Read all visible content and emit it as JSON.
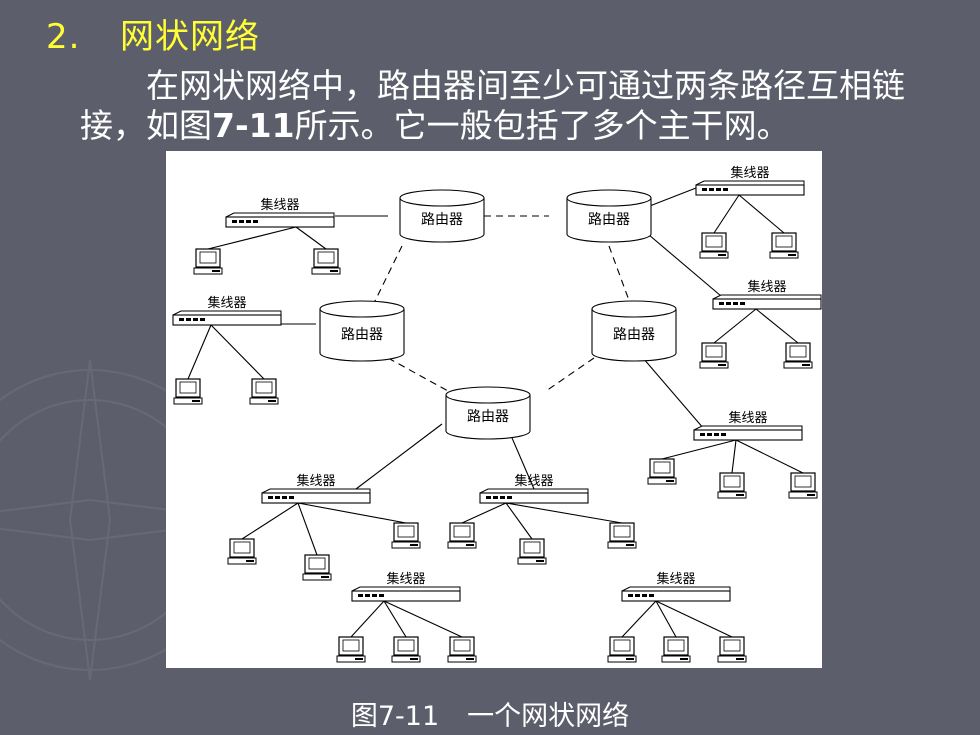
{
  "slide": {
    "heading_number": "2.",
    "heading_title": "网状网络",
    "paragraph_part1": "在网状网络中，路由器间至少可通过两条路径互相链接，如图",
    "paragraph_figure_ref": "7-11",
    "paragraph_part2": "所示。它一般包括了多个主干网。",
    "caption_number": "图7-11",
    "caption_title": "一个网状网络"
  },
  "diagram": {
    "router_label": "路由器",
    "hub_label": "集线器"
  },
  "colors": {
    "background": "#5c5f6b",
    "heading": "#ffff33",
    "text": "#ffffff"
  }
}
